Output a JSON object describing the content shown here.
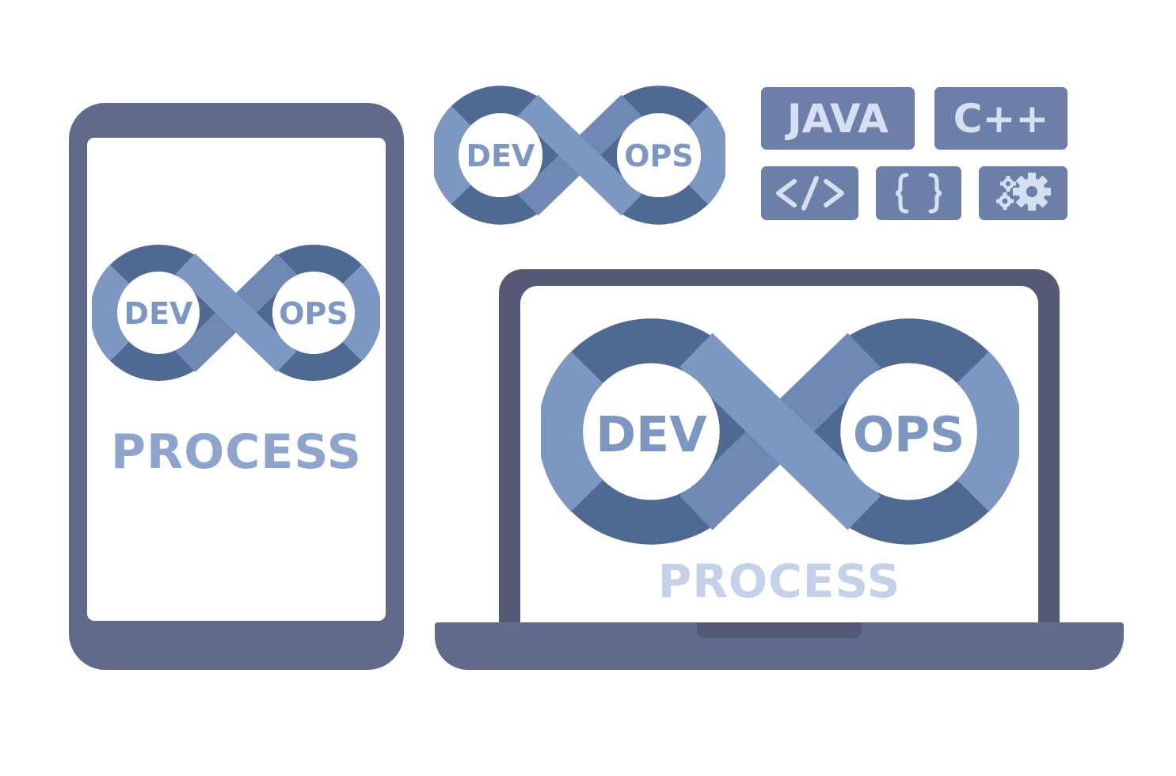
{
  "logos": {
    "top": {
      "dev": "DEV",
      "ops": "OPS"
    },
    "phone": {
      "dev": "DEV",
      "ops": "OPS"
    },
    "laptop": {
      "dev": "DEV",
      "ops": "OPS"
    }
  },
  "phone": {
    "process": "PROCESS"
  },
  "laptop": {
    "process": "PROCESS"
  },
  "tiles": {
    "java": "JAVA",
    "cpp": "C++",
    "code_tag_icon": "code-tag-icon",
    "braces_icon": "curly-braces-icon",
    "gears_icon": "gears-icon"
  },
  "colors": {
    "device_body": "#626a8b",
    "laptop_lid": "#545a76",
    "infinity_dark": "#4e6a93",
    "infinity_light": "#7d97c3",
    "tile_bg": "#6b7fa8",
    "tile_text": "#d5e0f3",
    "process_phone": "#8da4cf",
    "process_laptop": "#c3d1ea"
  }
}
